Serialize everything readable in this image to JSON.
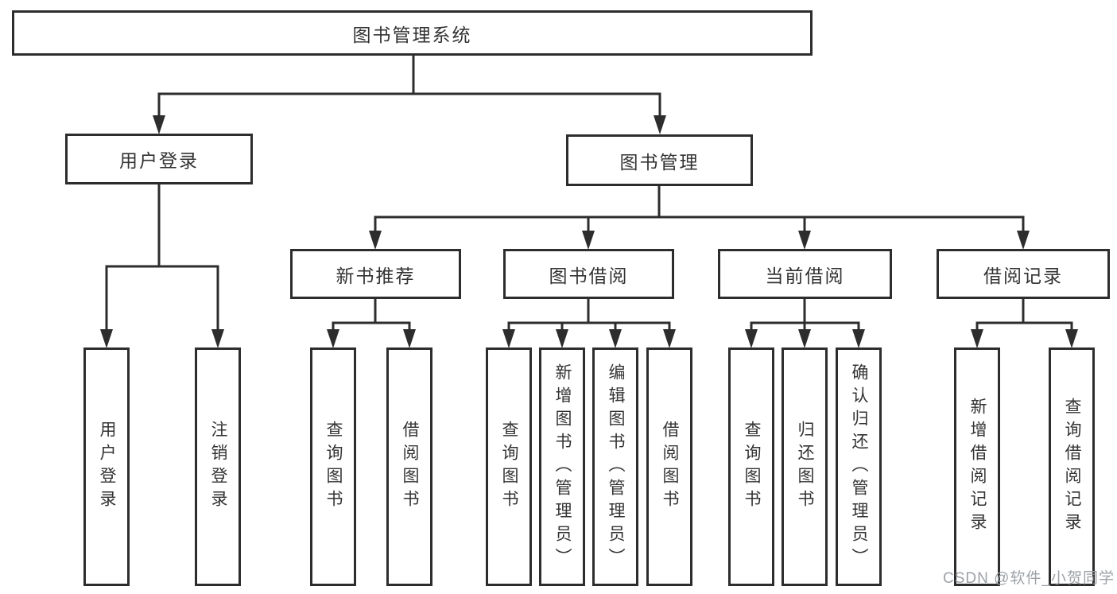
{
  "diagram_title": "图书管理系统",
  "tree": {
    "label": "图书管理系统",
    "children": [
      {
        "label": "用户登录",
        "children": [
          {
            "label": "用户登录"
          },
          {
            "label": "注销登录"
          }
        ]
      },
      {
        "label": "图书管理",
        "children": [
          {
            "label": "新书推荐",
            "children": [
              {
                "label": "查询图书"
              },
              {
                "label": "借阅图书"
              }
            ]
          },
          {
            "label": "图书借阅",
            "children": [
              {
                "label": "查询图书"
              },
              {
                "label": "新增图书（管理员）"
              },
              {
                "label": "编辑图书（管理员）"
              },
              {
                "label": "借阅图书"
              }
            ]
          },
          {
            "label": "当前借阅",
            "children": [
              {
                "label": "查询图书"
              },
              {
                "label": "归还图书"
              },
              {
                "label": "确认归还（管理员）"
              }
            ]
          },
          {
            "label": "借阅记录",
            "children": [
              {
                "label": "新增借阅记录"
              },
              {
                "label": "查询借阅记录"
              }
            ]
          }
        ]
      }
    ]
  },
  "watermark": "CSDN @软件_小贺同学",
  "colors": {
    "line": "#2d2d2d",
    "box_border": "#2d2d2d",
    "box_background": "#ffffff",
    "text": "#333333",
    "watermark_text": "#9da2a7"
  }
}
